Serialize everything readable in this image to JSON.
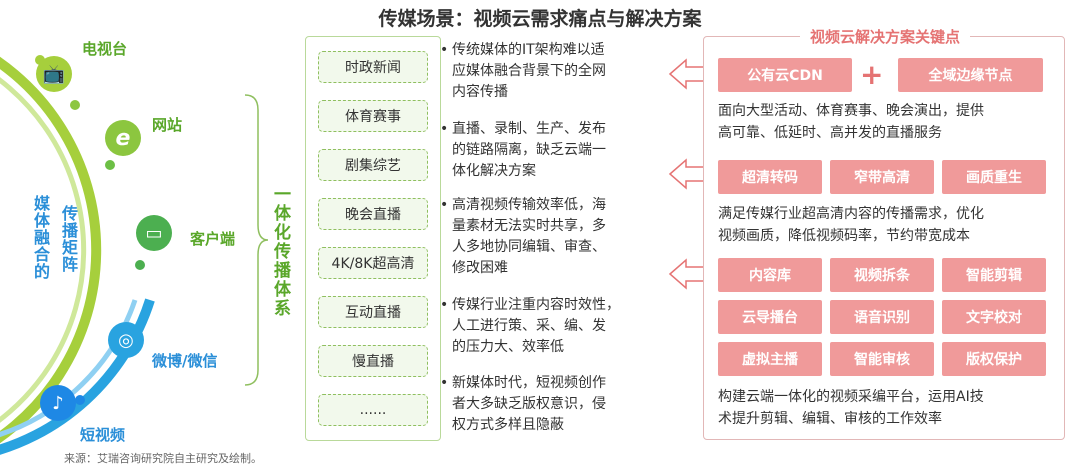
{
  "title": "传媒场景：视频云需求痛点与解决方案",
  "left": {
    "vertical_text_1": "媒体融合的",
    "vertical_text_2": "传播矩阵",
    "channels": [
      {
        "label": "电视台",
        "icon": "tv-icon",
        "glyph": "📺",
        "color": "#a6cf3c"
      },
      {
        "label": "网站",
        "icon": "ie-browser-icon",
        "glyph": "e",
        "color": "#8cc63f"
      },
      {
        "label": "客户端",
        "icon": "monitor-icon",
        "glyph": "▭",
        "color": "#4caf50"
      },
      {
        "label": "微博/微信",
        "icon": "weibo-icon",
        "glyph": "◎",
        "color": "#29a3e0"
      },
      {
        "label": "短视频",
        "icon": "tiktok-icon",
        "glyph": "♪",
        "color": "#1e88e5"
      }
    ]
  },
  "system_title": "一体化传播体系",
  "scenarios": [
    "时政新闻",
    "体育赛事",
    "剧集综艺",
    "晚会直播",
    "4K/8K超高清",
    "互动直播",
    "慢直播",
    "......"
  ],
  "pain_points": [
    {
      "bullet": "•",
      "lines": [
        "传统媒体的IT架构难以适",
        "应媒体融合背景下的全网",
        "内容传播"
      ]
    },
    {
      "bullet": "•",
      "lines": [
        "直播、录制、生产、发布",
        "的链路隔离，缺乏云端一",
        "体化解决方案"
      ]
    },
    {
      "bullet": "•",
      "lines": [
        "高清视频传输效率低，海",
        "量素材无法实时共享，多",
        "人多地协同编辑、审查、",
        "修改困难"
      ]
    },
    {
      "bullet": "•",
      "lines": [
        "传媒行业注重内容时效性，",
        "人工进行策、采、编、发",
        "的压力大、效率低"
      ]
    },
    {
      "bullet": "•",
      "lines": [
        "新媒体时代，短视频创作",
        "者大多缺乏版权意识，侵",
        "权方式多样且隐蔽"
      ]
    }
  ],
  "solution": {
    "title": "视频云解决方案关键点",
    "plus": "+",
    "group1": {
      "tags": [
        "公有云CDN",
        "全域边缘节点"
      ],
      "desc": [
        "面向大型活动、体育赛事、晚会演出，提供",
        "高可靠、低延时、高并发的直播服务"
      ]
    },
    "group2": {
      "tags": [
        "超清转码",
        "窄带高清",
        "画质重生"
      ],
      "desc": [
        "满足传媒行业超高清内容的传播需求，优化",
        "视频画质，降低视频码率，节约带宽成本"
      ]
    },
    "group3": {
      "tags": [
        "内容库",
        "视频拆条",
        "智能剪辑",
        "云导播台",
        "语音识别",
        "文字校对",
        "虚拟主播",
        "智能审核",
        "版权保护"
      ],
      "desc": [
        "构建云端一体化的视频采编平台，运用AI技",
        "术提升剪辑、编辑、审核的工作效率"
      ]
    },
    "tag_color": "#f09a9a"
  },
  "source": "来源：艾瑞咨询研究院自主研究及绘制。"
}
